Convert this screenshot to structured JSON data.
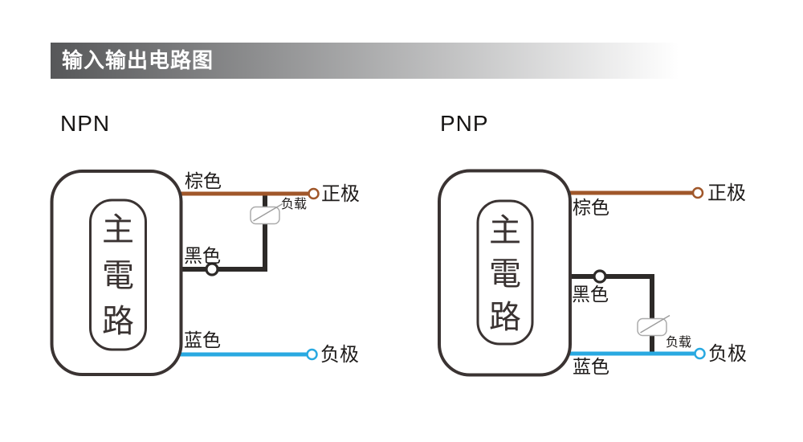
{
  "title_bar": {
    "title": "输入输出电路图"
  },
  "colors": {
    "dark": "#3a3332",
    "text": "#1e1b1a",
    "wire_brown": "#a0572a",
    "wire_blue": "#29a9e1",
    "wire_black": "#2d2a28",
    "load_border": "#ababab",
    "load_slash": "#9c9c9c",
    "title_grad_start": "#565759",
    "title_grad_end": "#ffffff"
  },
  "npn": {
    "label": "NPN",
    "box_chars": [
      "主",
      "電",
      "路"
    ],
    "brown_wire_label": "棕色",
    "black_wire_label": "黑色",
    "blue_wire_label": "蓝色",
    "positive_label": "正极",
    "negative_label": "负极",
    "load_label": "负载"
  },
  "pnp": {
    "label": "PNP",
    "box_chars": [
      "主",
      "電",
      "路"
    ],
    "brown_wire_label": "棕色",
    "black_wire_label": "黑色",
    "blue_wire_label": "蓝色",
    "positive_label": "正极",
    "negative_label": "负极",
    "load_label": "负载"
  }
}
